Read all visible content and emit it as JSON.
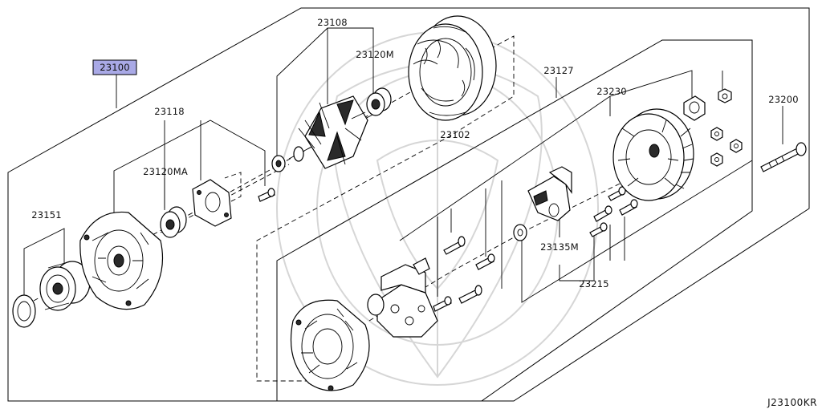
{
  "part_labels": {
    "assembly": "23100",
    "rotor": "23108",
    "rotor_bearing_front": "23120M",
    "stator": "23102",
    "front_bracket": "23118",
    "bearing_retainer": "23120MA",
    "pulley": "23151",
    "rear_bracket_assy": "23127",
    "rear_cover": "23230",
    "through_bolt": "23200",
    "regulator": "23135M",
    "screw_set": "23215"
  },
  "diagram_code": "J23100KR",
  "colors": {
    "highlight": "#a9a9e6",
    "line": "#000000",
    "watermark": "#d6d6d6"
  }
}
